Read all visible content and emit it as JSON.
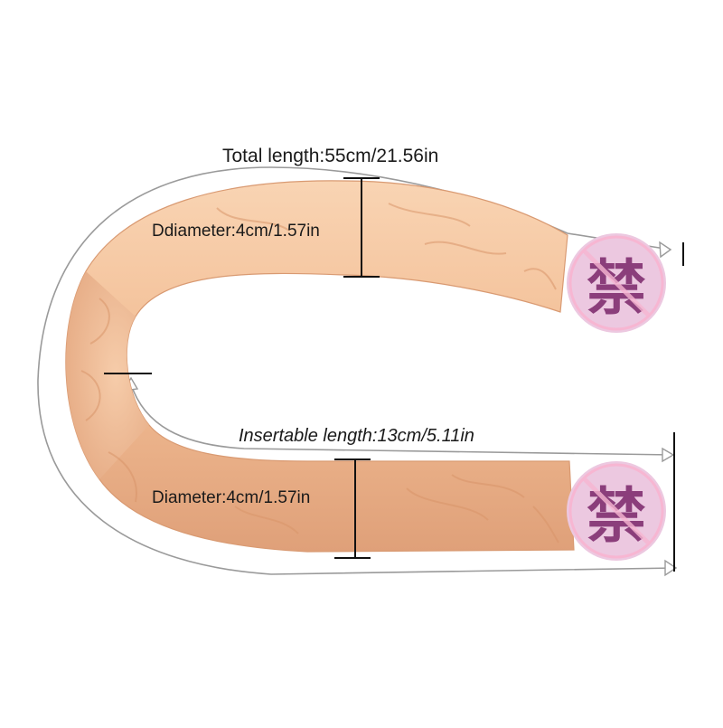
{
  "labels": {
    "total_length": "Total length:55cm/21.56in",
    "diameter_top": "Ddiameter:4cm/1.57in",
    "insertable_length": "Insertable length:13cm/5.11in",
    "diameter_bottom": "Diameter:4cm/1.57in"
  },
  "censor": {
    "glyph": "禁",
    "circle_color": "#ecc8e0",
    "glyph_color": "#8b3e7b"
  },
  "colors": {
    "skin": "#f4c29a",
    "skin_shadow": "#d9956a",
    "dimension_line": "#9a9a9a",
    "marker_line": "#111111"
  }
}
